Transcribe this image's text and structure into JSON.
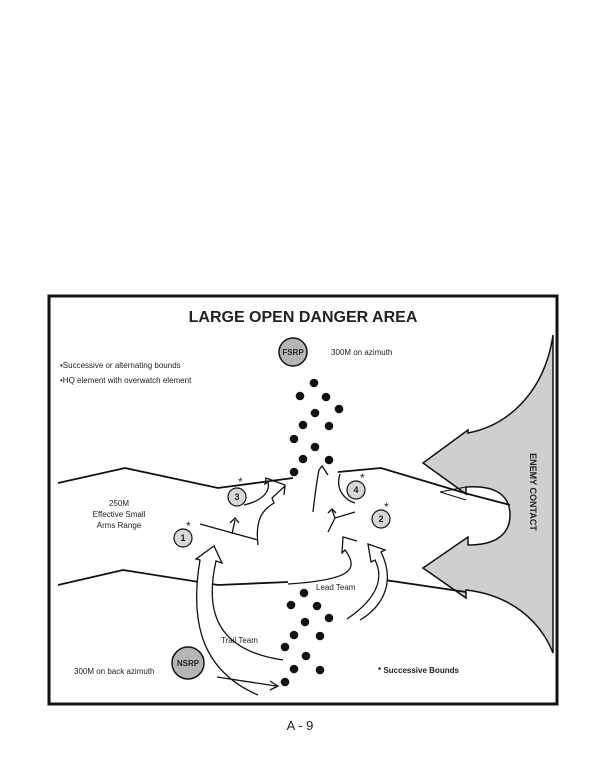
{
  "diagram": {
    "title": "LARGE OPEN DANGER AREA",
    "fsrp": {
      "label": "FSRP",
      "note": "300M on azimuth"
    },
    "nsrp": {
      "label": "NSRP",
      "note": "300M on back azimuth"
    },
    "bullets": [
      "•Successive or alternating bounds",
      "•HQ element with overwatch element"
    ],
    "range_note": [
      "250M",
      "Effective Small",
      "Arms Range"
    ],
    "positions": [
      "1",
      "2",
      "3",
      "4"
    ],
    "lead_team": "Lead Team",
    "trail_team": "Trail Team",
    "legend": "* Successive Bounds",
    "enemy": "ENEMY CONTACT",
    "colors": {
      "circle_fill": "#b5b5b5",
      "enemy_fill": "#cfcfcf",
      "ink": "#111111"
    }
  },
  "footer": {
    "page_number": "A - 9"
  }
}
